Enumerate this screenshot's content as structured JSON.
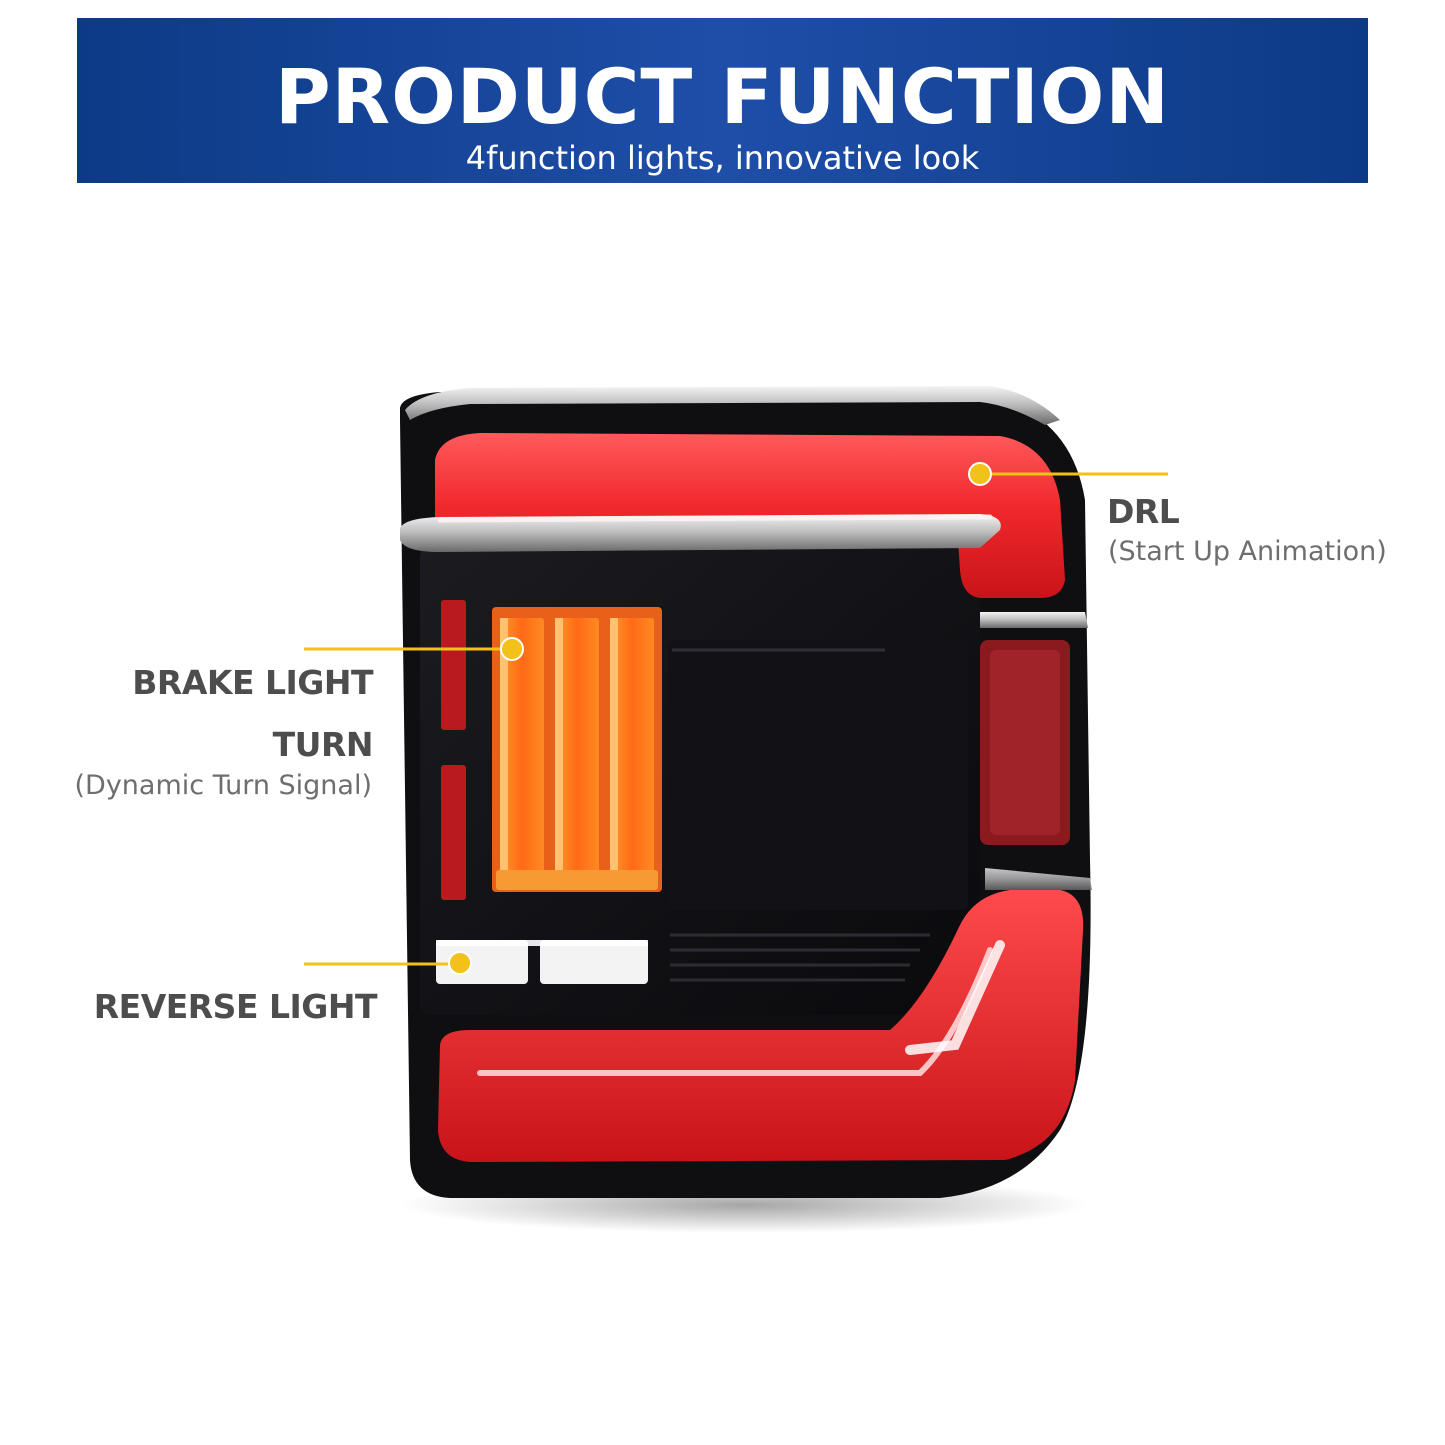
{
  "header": {
    "title": "PRODUCT FUNCTION",
    "subtitle": "4function lights, innovative look"
  },
  "callouts": {
    "drl": {
      "title": "DRL",
      "sub": "(Start Up Animation)"
    },
    "brake": {
      "title": "BRAKE LIGHT"
    },
    "turn": {
      "title": "TURN",
      "sub": "(Dynamic Turn Signal)"
    },
    "reverse": {
      "title": "REVERSE LIGHT"
    }
  },
  "colors": {
    "banner": "#1a4aa0",
    "leader": "#f2c21b",
    "lamp_red": "#e8282b",
    "lamp_amber": "#ff7a1a",
    "housing": "#141418",
    "label": "#4d4d4d"
  }
}
